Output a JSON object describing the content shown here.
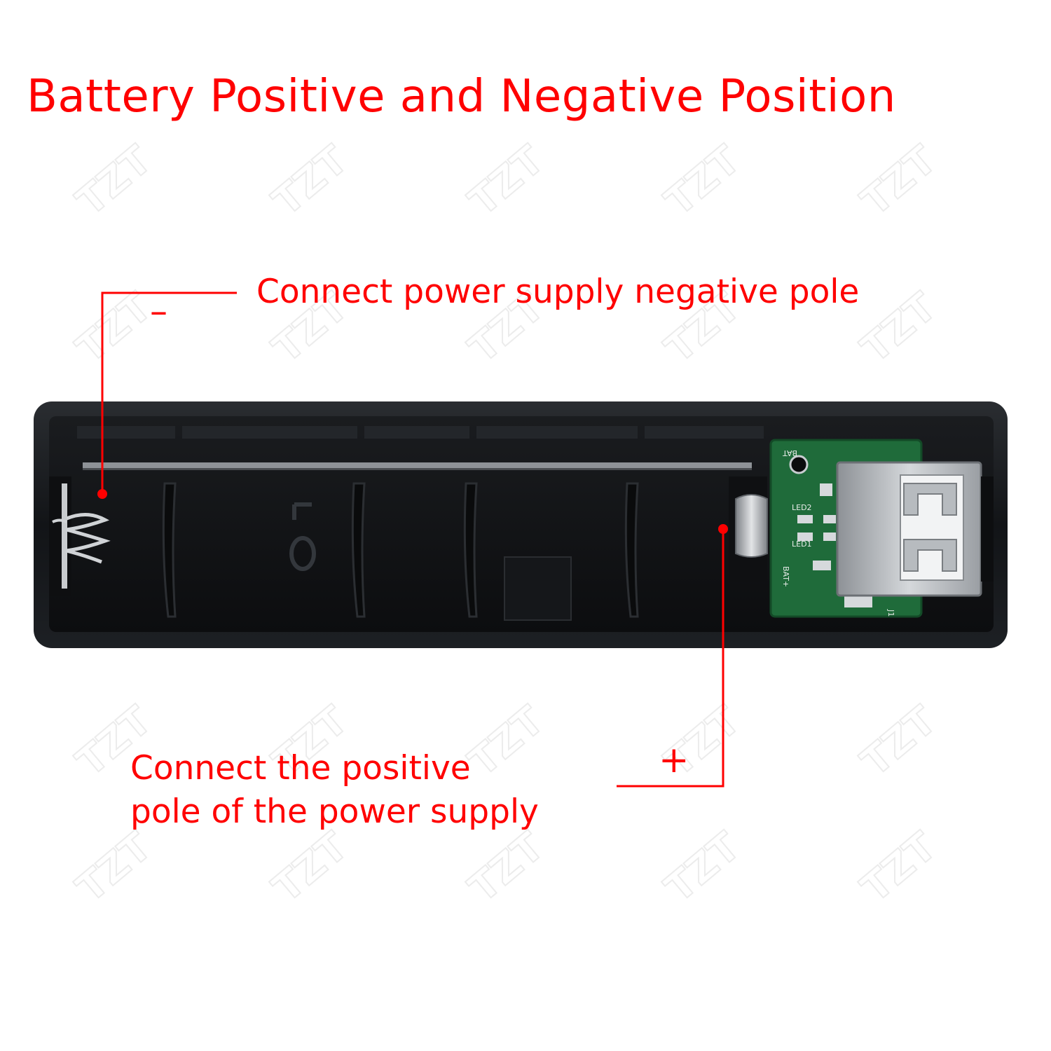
{
  "title": "Battery Positive and Negative Position",
  "negative": {
    "label": "Connect power supply negative pole",
    "sign": "–"
  },
  "positive": {
    "label_lines": [
      "Connect the positive",
      "pole of the power supply"
    ],
    "sign": "+"
  },
  "pcb_marks": {
    "bat": "BAT",
    "led2": "LED2",
    "led1": "LED1",
    "bat_plus": "BAT+",
    "j1": "J1"
  },
  "case_marks": {
    "mark": "10"
  },
  "watermark": "TZT",
  "colors": {
    "annotation": "#ff0000",
    "case": "#111316",
    "pcb": "#1f6b3a",
    "usb": "#b9bcc0"
  }
}
